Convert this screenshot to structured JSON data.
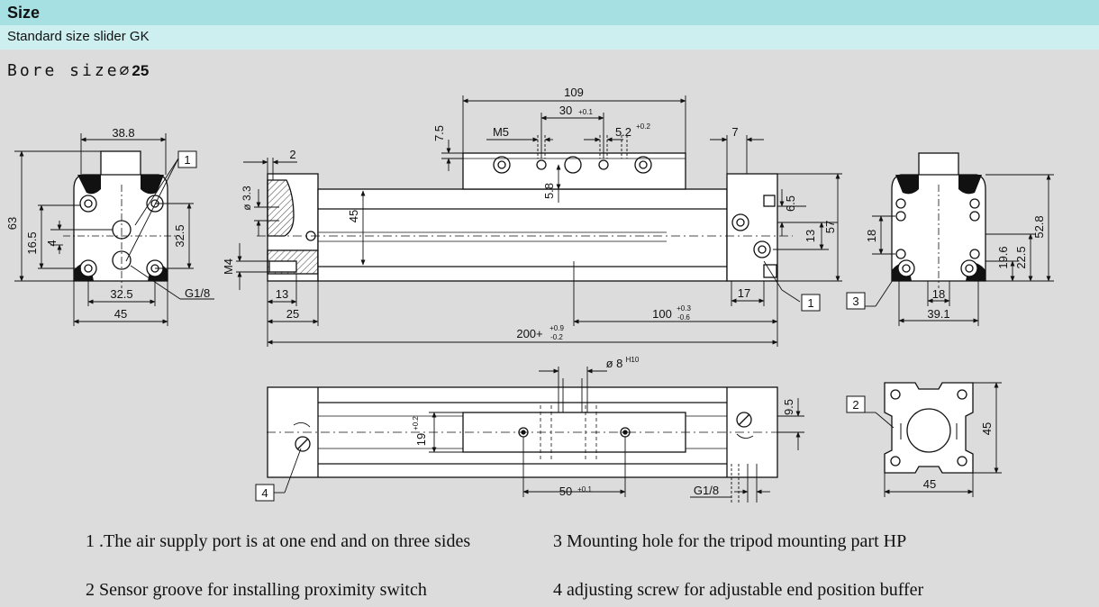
{
  "header": {
    "title": "Size",
    "subtitle": "Standard size slider GK"
  },
  "bore": {
    "label": "Bore size",
    "symbol": "∅",
    "value": "25"
  },
  "dims": {
    "d38_8": "38.8",
    "d63": "63",
    "d16_5": "16.5",
    "d4": "4",
    "d32_5v": "32.5",
    "d32_5h": "32.5",
    "d45a": "45",
    "g18a": "G1/8",
    "d2": "2",
    "d3_3": "ø 3.3",
    "dM4": "M4",
    "d13": "13",
    "d25": "25",
    "d45v": "45",
    "d109": "109",
    "d7_5": "7.5",
    "dM5": "M5",
    "d30": "30",
    "d30t": "+0.1",
    "d5_2": "5.2",
    "d5_2t": "+0.2",
    "d5_8": "5.8",
    "d7": "7",
    "d6_5": "6.5",
    "d13b": "13",
    "d57": "57",
    "d17": "17",
    "d100": "100",
    "d100t1": "+0.3",
    "d100t2": "-0.6",
    "d200": "200+",
    "d200t1": "+0.9",
    "d200t2": "-0.2",
    "d18a": "18",
    "d19_6": "19.6",
    "d22_5": "22.5",
    "d52_8": "52.8",
    "d18b": "18",
    "d39_1": "39.1",
    "d8": "ø 8",
    "d8t": "H10",
    "d9_5": "9.5",
    "d19": "19",
    "d19t": "+0.2",
    "d50": "50",
    "d50t": "+0.1",
    "g18b": "G1/8",
    "d45p": "45",
    "d45ph": "45"
  },
  "callouts": {
    "c1a": "1",
    "c1b": "1",
    "c2": "2",
    "c3": "3",
    "c4": "4"
  },
  "notes": {
    "n1": "1 .The air supply port is at one end and on three sides",
    "n2": "2 Sensor groove for installing proximity switch",
    "n3": "3 Mounting hole for the tripod mounting part HP",
    "n4": "4 adjusting screw for adjustable end position buffer"
  }
}
